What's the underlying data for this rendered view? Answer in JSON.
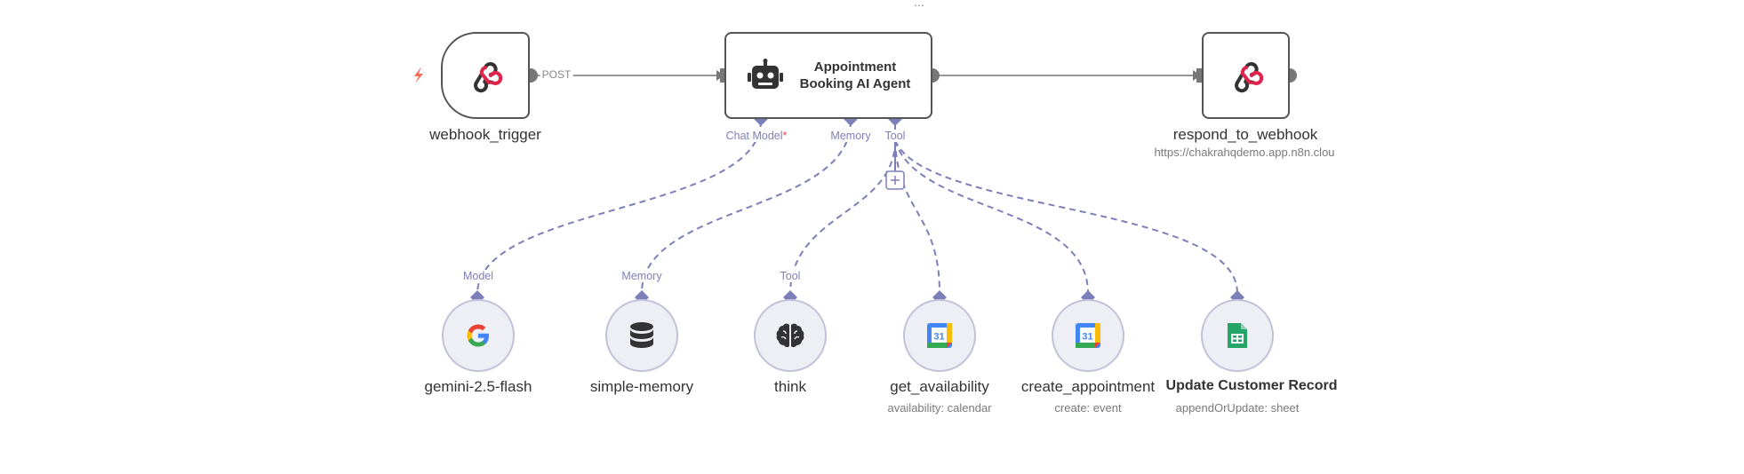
{
  "toolbar": {
    "more_label": "..."
  },
  "nodes": {
    "webhook_trigger": {
      "title": "webhook_trigger",
      "output_label": "POST",
      "icon": "webhook-icon"
    },
    "agent": {
      "title_line1": "Appointment",
      "title_line2": "Booking AI Agent",
      "icon": "robot-icon",
      "ports": {
        "chat_model": "Chat Model",
        "chat_model_required": "*",
        "memory": "Memory",
        "tool": "Tool"
      }
    },
    "respond": {
      "title": "respond_to_webhook",
      "subtitle": "https://chakrahqdemo.app.n8n.clou",
      "icon": "webhook-icon"
    },
    "gemini": {
      "title": "gemini-2.5-flash",
      "port_label": "Model",
      "icon": "google-icon"
    },
    "memory": {
      "title": "simple-memory",
      "port_label": "Memory",
      "icon": "database-icon"
    },
    "think": {
      "title": "think",
      "port_label": "Tool",
      "icon": "brain-icon"
    },
    "get_availability": {
      "title": "get_availability",
      "subtitle": "availability: calendar",
      "icon": "google-calendar-icon",
      "calendar_day": "31"
    },
    "create_appointment": {
      "title": "create_appointment",
      "subtitle": "create: event",
      "icon": "google-calendar-icon",
      "calendar_day": "31"
    },
    "update_record": {
      "title": "Update Customer Record",
      "subtitle": "appendOrUpdate: sheet",
      "icon": "google-sheets-icon"
    }
  },
  "colors": {
    "connection": "#7d80b8",
    "main_line": "#777777",
    "node_border": "#555555",
    "webhook": "#e0244c",
    "trigger_bolt": "#ff6d5a"
  }
}
